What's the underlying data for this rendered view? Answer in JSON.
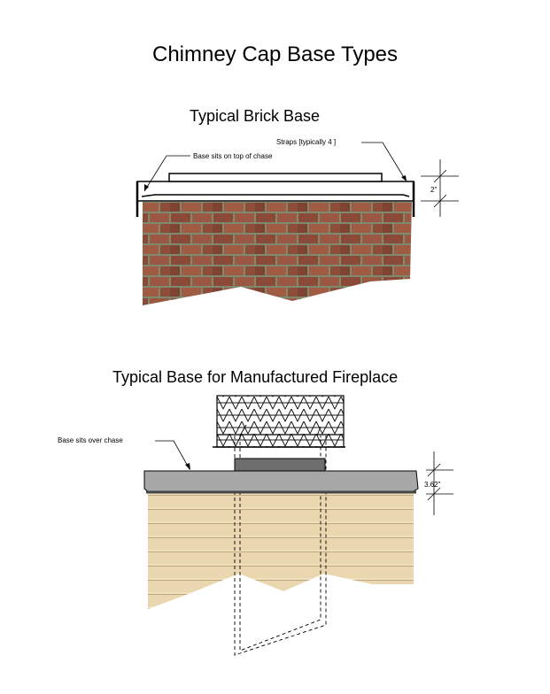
{
  "title": "Chimney Cap Base Types",
  "sections": {
    "brick": {
      "heading": "Typical Brick Base",
      "label_base": "Base sits on top of chase",
      "label_straps": "Straps [typically 4 ]",
      "dimension": "2\""
    },
    "manufactured": {
      "heading": "Typical Base for Manufactured Fireplace",
      "label_base": "Base sits over chase",
      "dimension": "3.62\""
    }
  },
  "colors": {
    "brick": "#8a4a37",
    "mortar": "#7d8a6e",
    "siding": "#ead7b0",
    "siding_line": "#bfa982",
    "base_gray": "#a7a7a7",
    "base_dark": "#6e6e6e"
  }
}
